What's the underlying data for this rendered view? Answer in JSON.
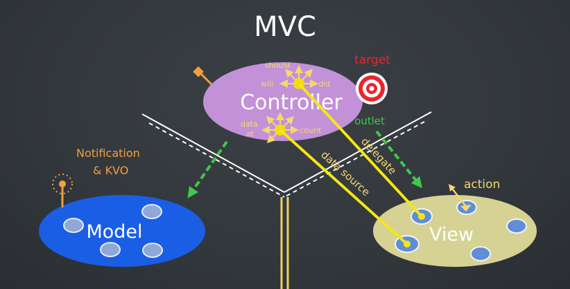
{
  "title": "MVC",
  "controller": {
    "label": "Controller",
    "should": "should",
    "will": "will",
    "did": "did",
    "data_at": [
      "data",
      "at"
    ],
    "count": "count"
  },
  "model": {
    "label": "Model"
  },
  "view": {
    "label": "View"
  },
  "target": "target",
  "outlet": "outlet",
  "delegate": "delegate",
  "data_source": "data source",
  "notification": [
    "Notification",
    "& KVO"
  ],
  "action": "action",
  "colors": {
    "chalkboard": "#33383d",
    "controller": "#c391d8",
    "model": "#1a5ee6",
    "view": "#d6d293",
    "label_yellow": "#f5d76e",
    "label_orange": "#f0a040",
    "label_red": "#e8262f",
    "outlet_green": "#3fc94a",
    "arrow_yellow": "#f6e616"
  }
}
